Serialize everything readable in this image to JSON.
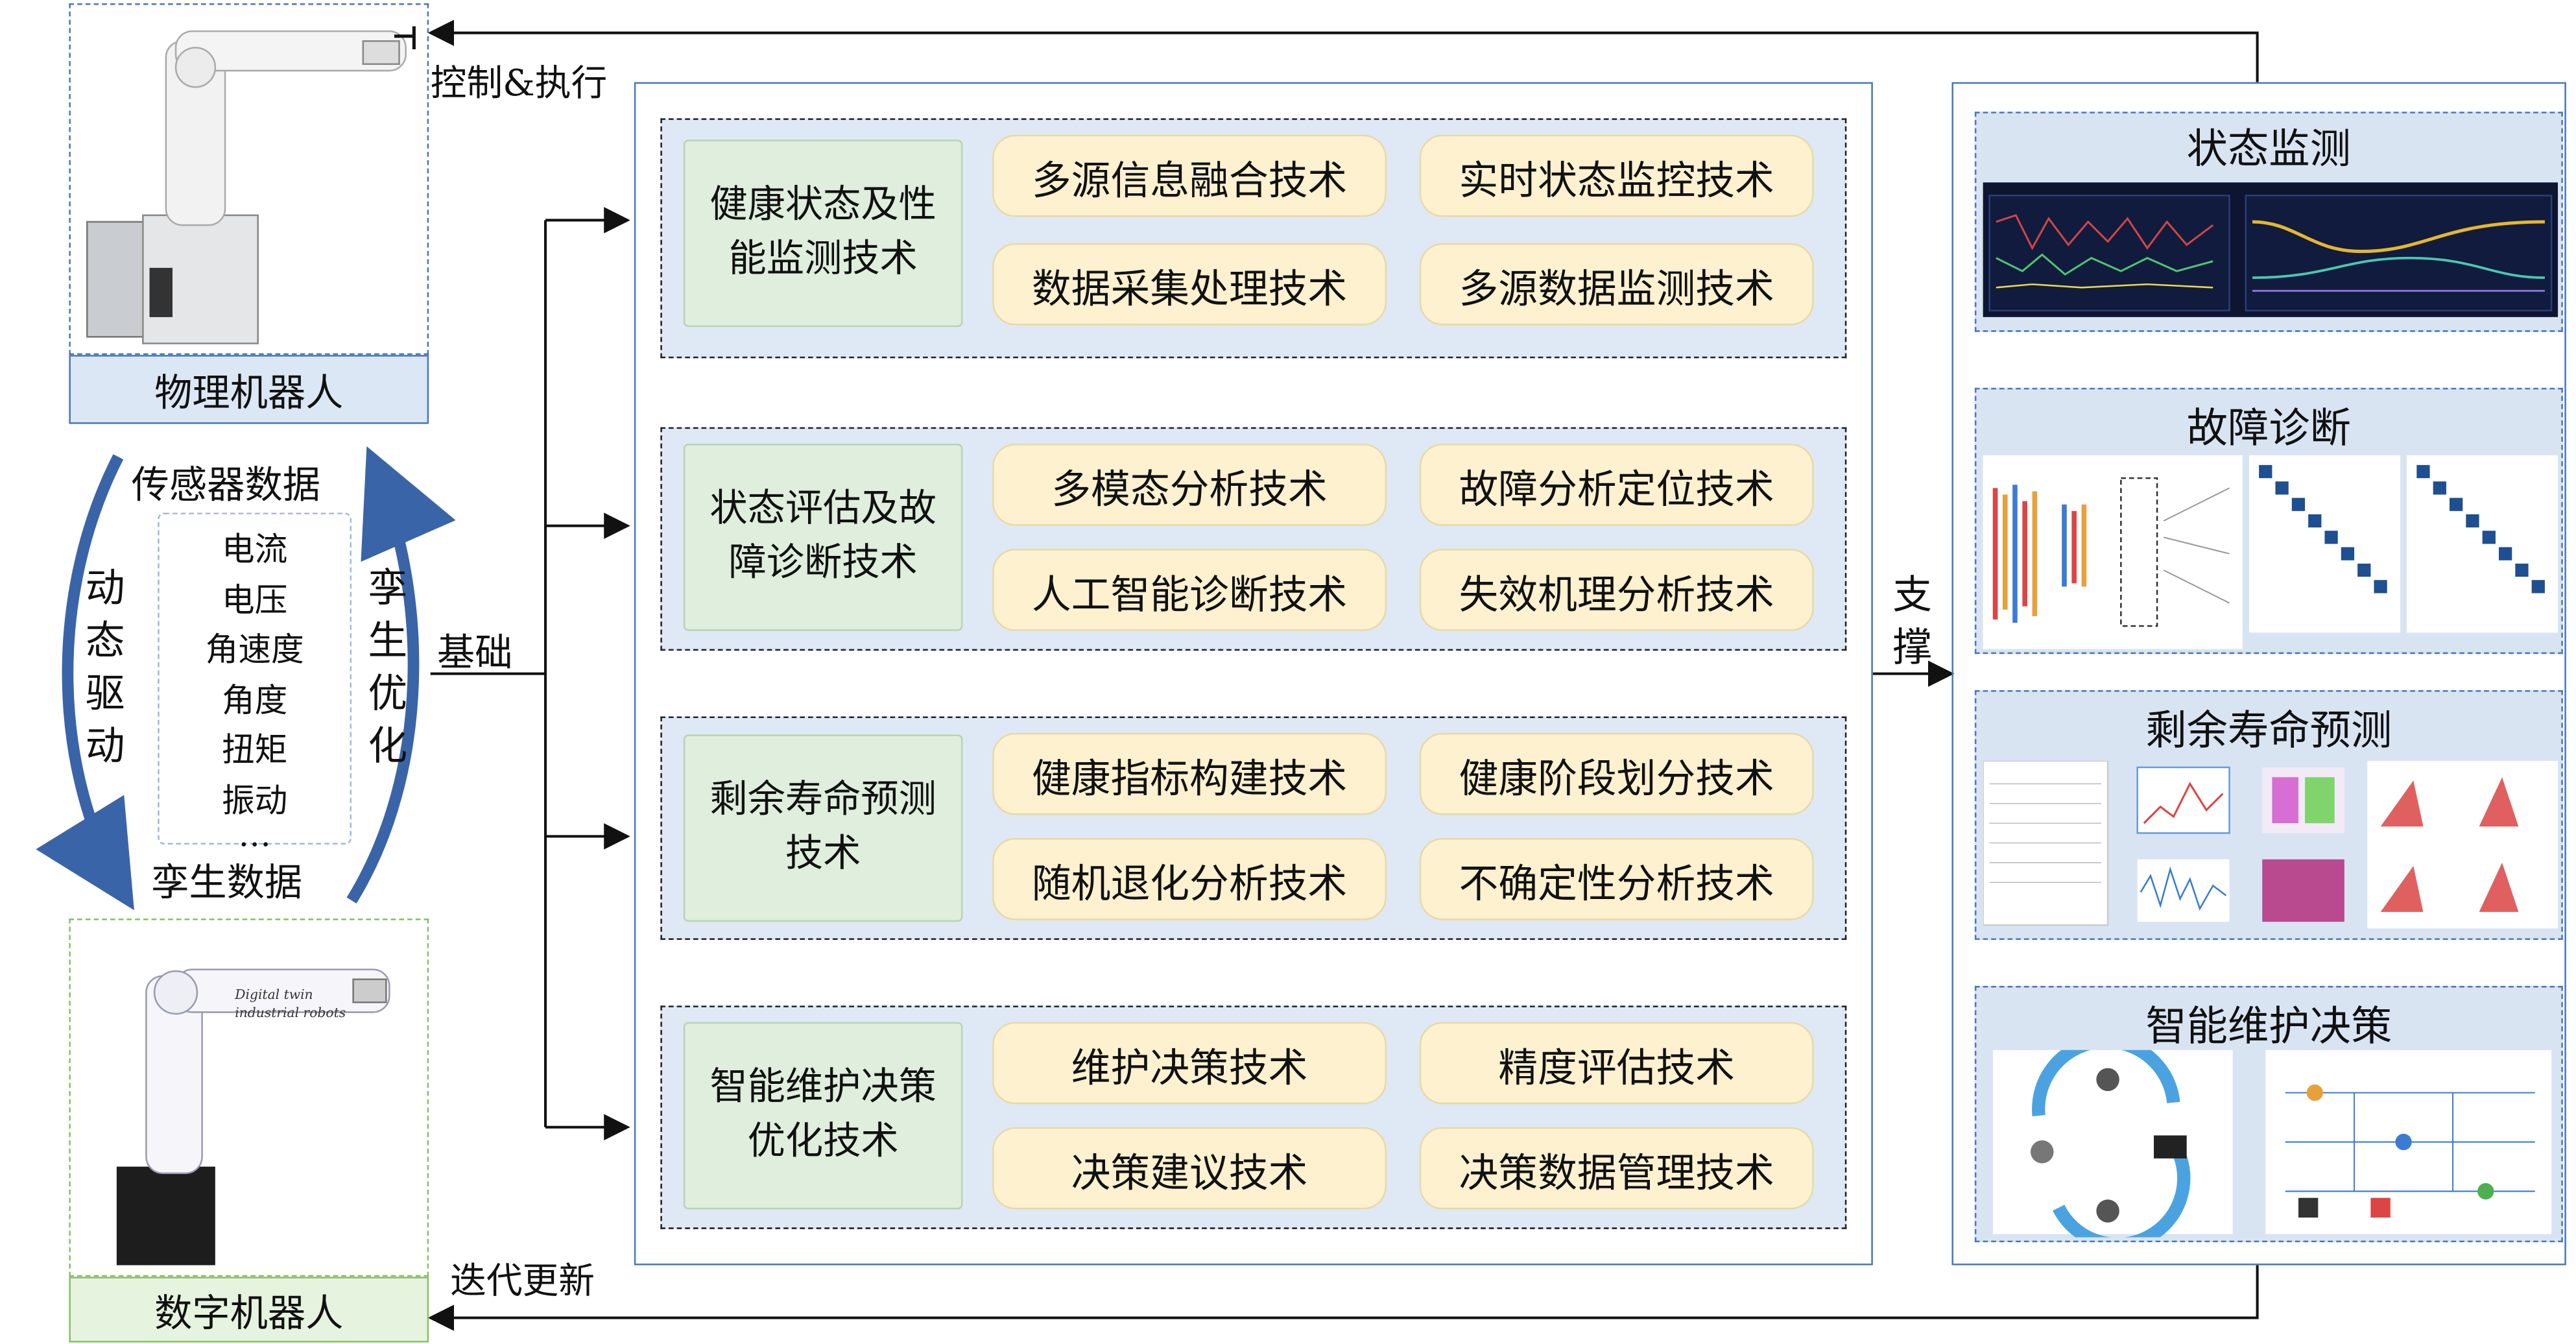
{
  "left": {
    "physical_robot_label": "物理机器人",
    "digital_robot_label": "数字机器人",
    "sensor_data_label": "传感器数据",
    "twin_data_label": "孪生数据",
    "dynamic_drive_label": "动态驱动",
    "twin_optimize_label": "孪生优化",
    "sensor_items": [
      "电流",
      "电压",
      "角速度",
      "角度",
      "扭矩",
      "振动",
      "…"
    ],
    "digital_robot_texts": [
      "Digital twin",
      "industrial robots"
    ]
  },
  "arrows": {
    "control_execute": "控制&执行",
    "foundation": "基础",
    "support": "支撑",
    "iterate_update": "迭代更新"
  },
  "groups": [
    {
      "category": "健康状态及性能监测技术",
      "techs": [
        "多源信息融合技术",
        "实时状态监控技术",
        "数据采集处理技术",
        "多源数据监测技术"
      ]
    },
    {
      "category": "状态评估及故障诊断技术",
      "techs": [
        "多模态分析技术",
        "故障分析定位技术",
        "人工智能诊断技术",
        "失效机理分析技术"
      ]
    },
    {
      "category": "剩余寿命预测技术",
      "techs": [
        "健康指标构建技术",
        "健康阶段划分技术",
        "随机退化分析技术",
        "不确定性分析技术"
      ]
    },
    {
      "category": "智能维护决策优化技术",
      "techs": [
        "维护决策技术",
        "精度评估技术",
        "决策建议技术",
        "决策数据管理技术"
      ]
    }
  ],
  "right": {
    "panels": [
      {
        "title": "状态监测"
      },
      {
        "title": "故障诊断"
      },
      {
        "title": "剩余寿命预测"
      },
      {
        "title": "智能维护决策"
      }
    ]
  },
  "colors": {
    "blue_border": "#4a78b8",
    "green_border": "#8bbf6a",
    "group_fill": "#dfe8f5",
    "category_fill": "#dfeedd",
    "tech_fill": "#fdf1cf",
    "arrow_dark": "#111111",
    "curve_arrow": "#3a64a8"
  }
}
